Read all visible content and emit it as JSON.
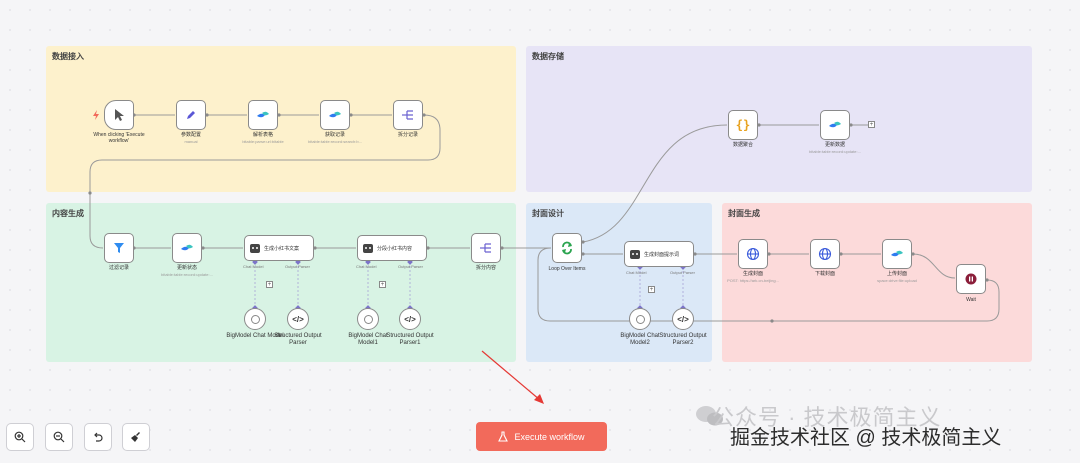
{
  "groups": {
    "data_ingest": "数据接入",
    "data_storage": "数据存储",
    "content_gen": "内容生成",
    "cover_design": "封面设计",
    "cover_gen": "封面生成"
  },
  "nodes": {
    "trigger": {
      "label": "When clicking 'Execute workflow'"
    },
    "params": {
      "label": "参数配置",
      "sub": "manual"
    },
    "parse_table": {
      "label": "解析表格",
      "sub": "bitable:parse:url:bitable"
    },
    "get_records": {
      "label": "获取记录",
      "sub": "bitable:table:record:search:b..."
    },
    "split_records": {
      "label": "拆分记录"
    },
    "merge_data": {
      "label": "数据聚合"
    },
    "update_data": {
      "label": "更新数据",
      "sub": "bitable:table:record:update:..."
    },
    "filter_records": {
      "label": "过滤记录"
    },
    "update_status": {
      "label": "更新状态",
      "sub": "bitable:table:record:update:..."
    },
    "gen_copy": {
      "label": "生成小红书文案"
    },
    "split_copy": {
      "label": "分段小红书内容"
    },
    "split_content": {
      "label": "拆分内容"
    },
    "loop": {
      "label": "Loop Over Items"
    },
    "gen_cover_prompt": {
      "label": "生成封面提示词"
    },
    "gen_cover": {
      "label": "生成封面",
      "sub": "POST: https://ark.cn-beijing..."
    },
    "download_cover": {
      "label": "下载封面"
    },
    "upload_cover": {
      "label": "上传封面",
      "sub": "space:drive:file:upload"
    },
    "wait": {
      "label": "Wait"
    }
  },
  "ports": {
    "chat_model": "Chat Model",
    "output_parser": "Output Parser",
    "model": "Model"
  },
  "subnodes": {
    "model1": "BigModel Chat Model",
    "parser1": "Structured Output Parser",
    "model2": "BigModel Chat Model1",
    "parser2": "Structured Output Parser1",
    "model3": "BigModel Chat Model2",
    "parser3": "Structured Output Parser2"
  },
  "controls": {
    "zoom_in": "zoom-in-icon",
    "zoom_out": "zoom-out-icon",
    "reset": "undo-icon",
    "tidy": "broom-icon"
  },
  "execute_button": "Execute workflow",
  "watermark": {
    "line1": "公众号 · 技术极简主义",
    "line2": "掘金技术社区 @ 技术极简主义"
  },
  "colors": {
    "accent": "#f26a5b",
    "ingest": "#fdf1cc",
    "storage": "#e7e4f6",
    "content": "#d8f3e4",
    "design": "#dbe8f7",
    "cover": "#fcdada"
  }
}
